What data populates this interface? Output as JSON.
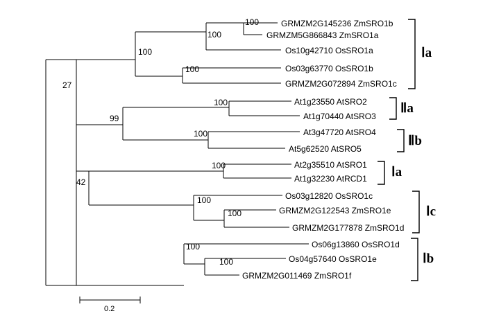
{
  "leaves": [
    "GRMZM2G145236 ZmSRO1b",
    "GRMZM5G866843 ZmSRO1a",
    "Os10g42710 OsSRO1a",
    "Os03g63770 OsSRO1b",
    "GRMZM2G072894 ZmSRO1c",
    "At1g23550 AtSRO2",
    "At1g70440 AtSRO3",
    "At3g47720 AtSRO4",
    "At5g62520 AtSRO5",
    "At2g35510 AtSRO1",
    "At1g32230 AtRCD1",
    "Os03g12820 OsSRO1c",
    "GRMZM2G122543 ZmSRO1e",
    "GRMZM2G177878 ZmSRO1d",
    "Os06g13860 OsSRO1d",
    "Os04g57640 OsSRO1e",
    "GRMZM2G011469 ZmSRO1f"
  ],
  "bootstrap": [
    "100",
    "100",
    "100",
    "100",
    "27",
    "100",
    "99",
    "100",
    "100",
    "42",
    "100",
    "100",
    "100",
    "100"
  ],
  "groups": [
    "Ⅰa",
    "Ⅱa",
    "Ⅱb",
    "Ⅰa",
    "Ⅰc",
    "Ⅰb"
  ],
  "scale_bar_label": "0.2"
}
